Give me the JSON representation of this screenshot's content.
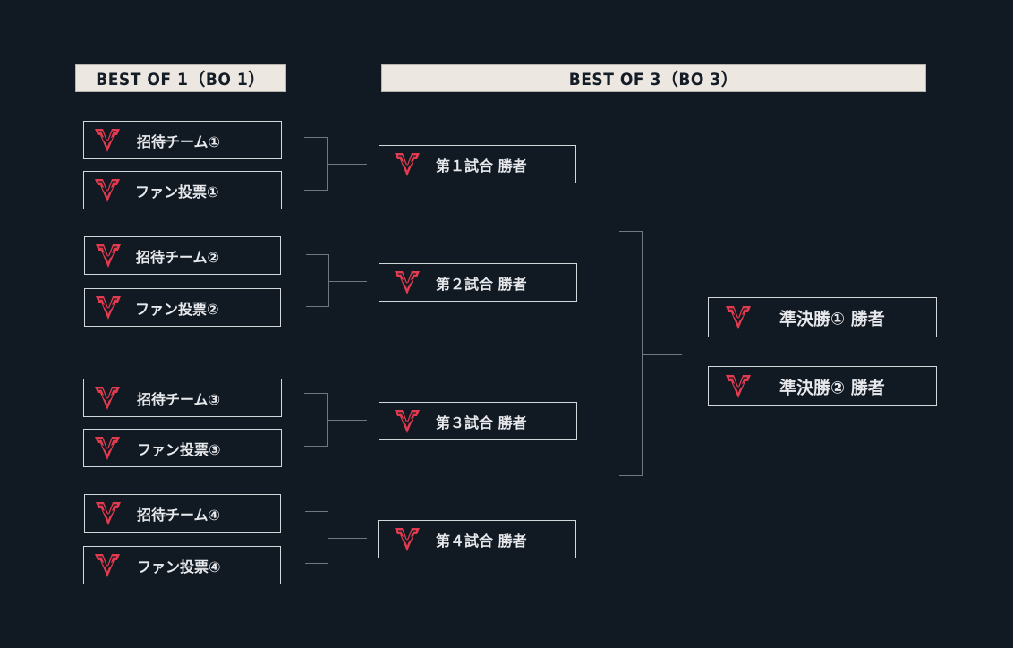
{
  "headers": {
    "bo1": "BEST OF 1（BO 1）",
    "bo3": "BEST OF 3（BO 3）"
  },
  "round1": [
    "招待チーム①",
    "ファン投票①",
    "招待チーム②",
    "ファン投票②",
    "招待チーム③",
    "ファン投票③",
    "招待チーム④",
    "ファン投票④"
  ],
  "round2": [
    "第１試合 勝者",
    "第２試合 勝者",
    "第３試合 勝者",
    "第４試合 勝者"
  ],
  "semis": [
    "準決勝① 勝者",
    "準決勝② 勝者"
  ],
  "colors": {
    "background": "#111923",
    "logo": "#e23b4f",
    "header_bg": "#ece7e1"
  },
  "icons": {
    "team_logo": "v-shield-logo-icon"
  }
}
